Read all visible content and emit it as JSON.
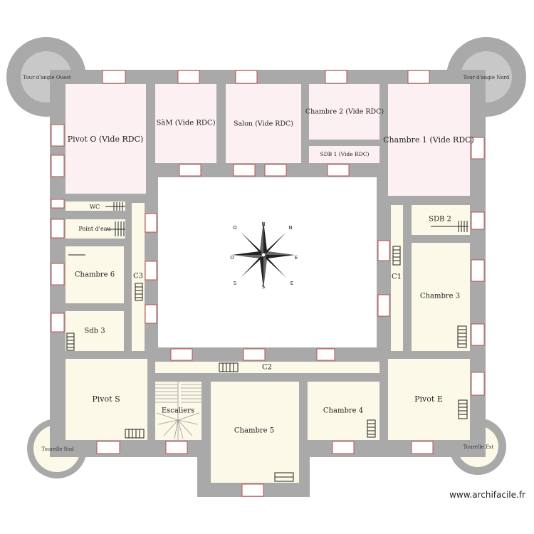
{
  "plan": {
    "colors": {
      "wall": "#a9a9a9",
      "tower": "#a9a9a9",
      "tower_inner": "#c8c8c8",
      "room_pink": "#fdf0f3",
      "room_beige": "#fcf9e8",
      "courtyard": "#ffffff",
      "window": "#ffffff",
      "window_edge": "#c0504d"
    },
    "towers": {
      "north_west": "Tour d'angle Ouest",
      "north_east": "Tour d'angle Nord",
      "south_west": "Tourelle Sud",
      "south_east": "Tourelle Est"
    },
    "rooms": {
      "pivot_o": "Pivot O (Vide RDC)",
      "sam": "SàM (Vide RDC)",
      "salon": "Salon (Vide RDC)",
      "chambre_2": "Chambre 2 (Vide RDC)",
      "sdb_1": "SDB 1  (Vide RDC)",
      "chambre_1": "Chambre 1 (Vide RDC)",
      "wc": "WC",
      "point_eau": "Point d'eau",
      "chambre_6": "Chambre 6",
      "sdb_3": "Sdb 3",
      "c3": "C3",
      "c1": "C1",
      "sdb_2": "SDB 2",
      "chambre_3": "Chambre 3",
      "c2": "C2",
      "pivot_s": "Pivot S",
      "escaliers": "Escaliers",
      "chambre_5": "Chambre 5",
      "chambre_4": "Chambre 4",
      "pivot_e": "Pivot E"
    },
    "compass": {
      "north": "N",
      "south": "S",
      "east": "E",
      "west": "O",
      "ne": "N",
      "nw": "O",
      "se": "E",
      "sw": "S"
    }
  },
  "watermark": "www.archifacile.fr"
}
